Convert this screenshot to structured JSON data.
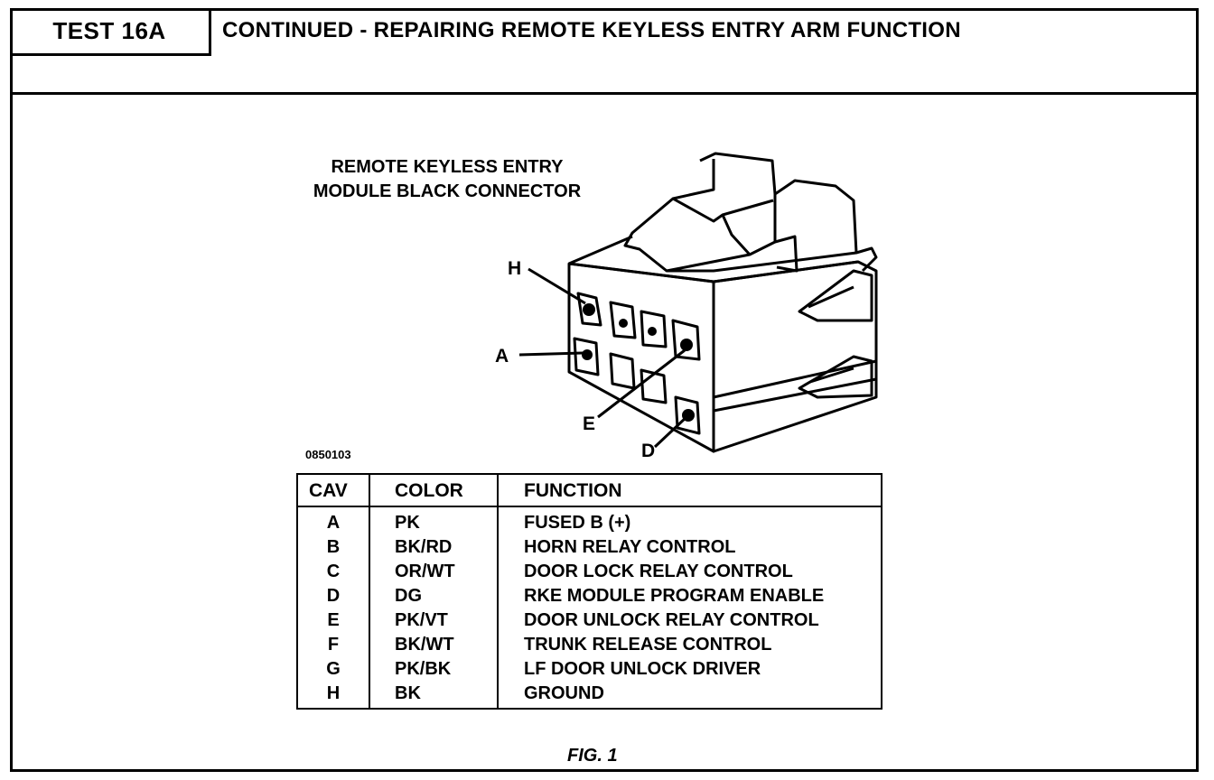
{
  "header": {
    "test_label": "TEST 16A",
    "title": "CONTINUED - REPAIRING REMOTE KEYLESS ENTRY ARM FUNCTION"
  },
  "connector": {
    "title_line1": "REMOTE KEYLESS ENTRY",
    "title_line2": "MODULE BLACK CONNECTOR",
    "figure_id": "0850103",
    "pin_labels": {
      "h": "H",
      "a": "A",
      "e": "E",
      "d": "D"
    }
  },
  "table": {
    "headers": {
      "cav": "CAV",
      "color": "COLOR",
      "function": "FUNCTION"
    },
    "rows": [
      {
        "cav": "A",
        "color": "PK",
        "function": "FUSED B (+)"
      },
      {
        "cav": "B",
        "color": "BK/RD",
        "function": "HORN RELAY CONTROL"
      },
      {
        "cav": "C",
        "color": "OR/WT",
        "function": "DOOR LOCK RELAY CONTROL"
      },
      {
        "cav": "D",
        "color": "DG",
        "function": "RKE MODULE PROGRAM ENABLE"
      },
      {
        "cav": "E",
        "color": "PK/VT",
        "function": "DOOR UNLOCK RELAY CONTROL"
      },
      {
        "cav": "F",
        "color": "BK/WT",
        "function": "TRUNK RELEASE CONTROL"
      },
      {
        "cav": "G",
        "color": "PK/BK",
        "function": "LF DOOR UNLOCK DRIVER"
      },
      {
        "cav": "H",
        "color": "BK",
        "function": "GROUND"
      }
    ]
  },
  "figure_caption": "FIG. 1"
}
